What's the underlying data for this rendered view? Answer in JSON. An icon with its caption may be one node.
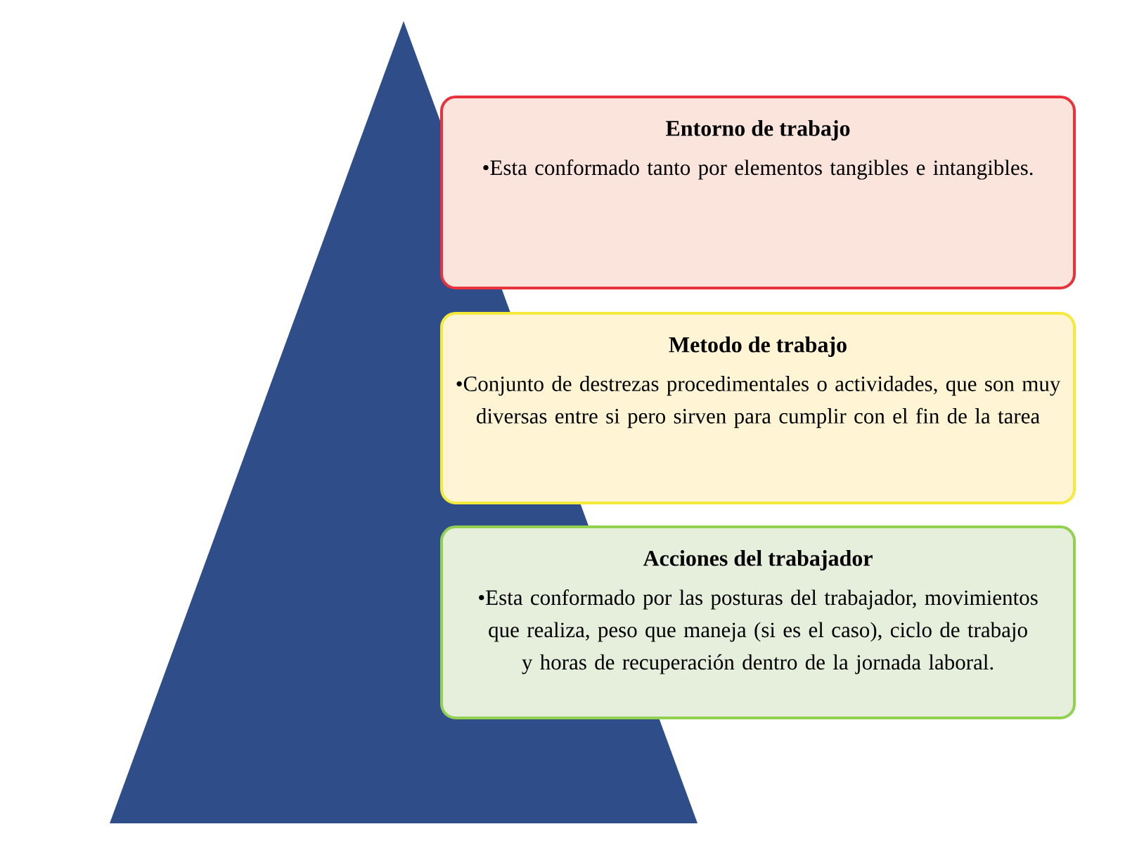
{
  "diagram": {
    "nodes": [
      {
        "text": [
          "Entorno de trabajo",
          "•Esta conformado tanto por elementos tangibles e intangibles."
        ]
      },
      {
        "text": [
          "Metodo de trabajo",
          "•Conjunto de destrezas procedimentales o actividades, que son muy diversas entre si pero sirven para cumplir con el fin de la tarea"
        ]
      },
      {
        "text": [
          "Acciones del trabajador",
          "•Esta conformado por las posturas del trabajador, movimientos que realiza, peso que maneja (si es el caso), ciclo de trabajo y horas de recuperación dentro de la jornada laboral."
        ]
      }
    ]
  }
}
